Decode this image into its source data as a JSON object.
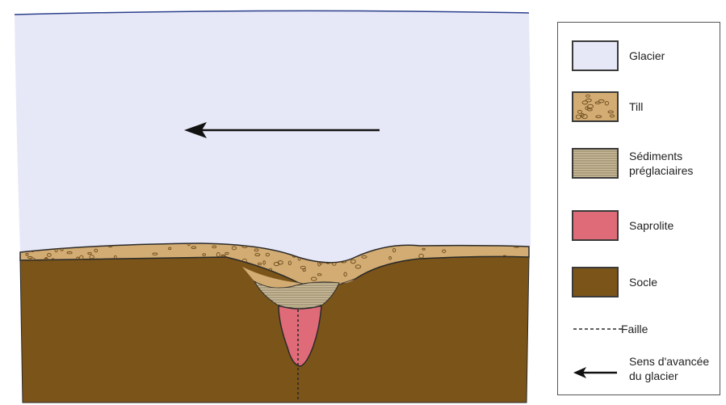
{
  "colors": {
    "glacier": "#e7e8f7",
    "glacier_edge": "#2b3f8c",
    "till": "#d2ac72",
    "till_clast": "#6b4a1d",
    "sediment": "#cdbf9c",
    "sediment_line": "#6e6147",
    "saprolite": "#e06b78",
    "bedrock": "#7b5419",
    "outline": "#2a2a2a"
  },
  "flow_arrow": {
    "icon": "left-arrow-icon",
    "direction": "left"
  },
  "legend": {
    "items": [
      {
        "id": "glacier",
        "label": "Glacier",
        "symbol": "glacier-swatch"
      },
      {
        "id": "till",
        "label": "Till",
        "symbol": "till-swatch"
      },
      {
        "id": "sediments",
        "label": "Sédiments\npréglaciaires",
        "symbol": "sediment-swatch"
      },
      {
        "id": "saprolite",
        "label": "Saprolite",
        "symbol": "saprolite-swatch"
      },
      {
        "id": "socle",
        "label": "Socle",
        "symbol": "bedrock-swatch"
      },
      {
        "id": "faille",
        "label": "Faille",
        "symbol": "dashed-line"
      },
      {
        "id": "sens",
        "label": "Sens d'avancée\ndu glacier",
        "symbol": "left-arrow-icon"
      }
    ]
  }
}
